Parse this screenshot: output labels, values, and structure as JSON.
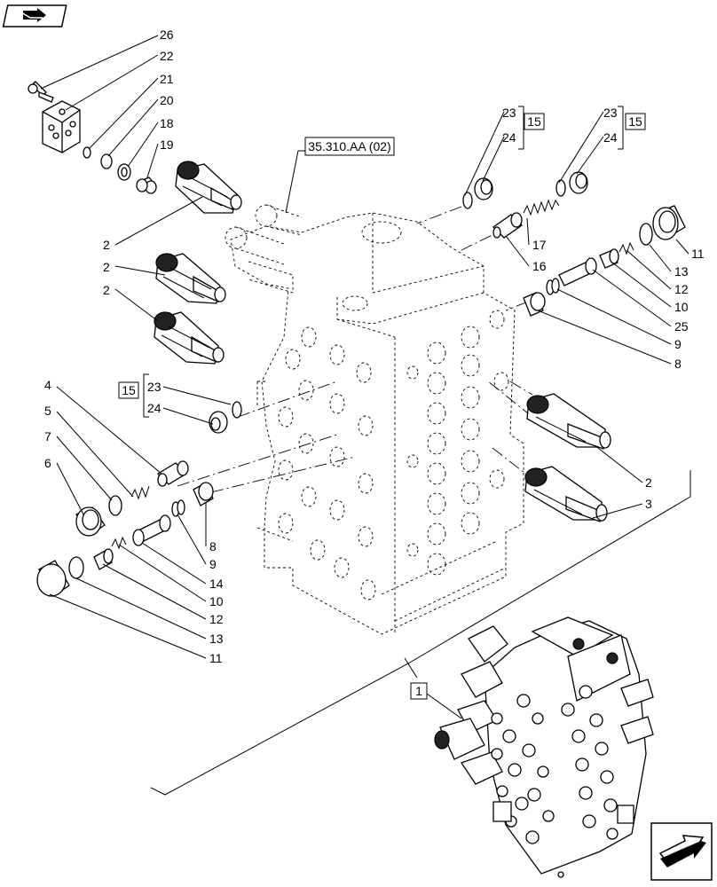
{
  "header": {
    "nav_icon": "book-arrow-icon"
  },
  "footer": {
    "next_icon": "next-page-arrow-icon"
  },
  "reference": {
    "label": "35.310.AA (02)"
  },
  "boxes": {
    "detail_label": "1",
    "seal_kit_label": "15"
  },
  "callouts": {
    "c26": "26",
    "c22": "22",
    "c21": "21",
    "c20": "20",
    "c18": "18",
    "c19": "19",
    "c2a": "2",
    "c2b": "2",
    "c2c": "2",
    "c2d": "2",
    "c23a": "23",
    "c24a": "24",
    "c23b": "23",
    "c24b": "24",
    "c23c": "23",
    "c24c": "24",
    "c17": "17",
    "c16": "16",
    "c11r": "11",
    "c13r": "13",
    "c12r": "12",
    "c10r": "10",
    "c25": "25",
    "c9r": "9",
    "c8r": "8",
    "c3": "3",
    "c4": "4",
    "c5": "5",
    "c7": "7",
    "c6": "6",
    "c8l": "8",
    "c9l": "9",
    "c14": "14",
    "c10l": "10",
    "c12l": "12",
    "c13l": "13",
    "c11l": "11"
  }
}
